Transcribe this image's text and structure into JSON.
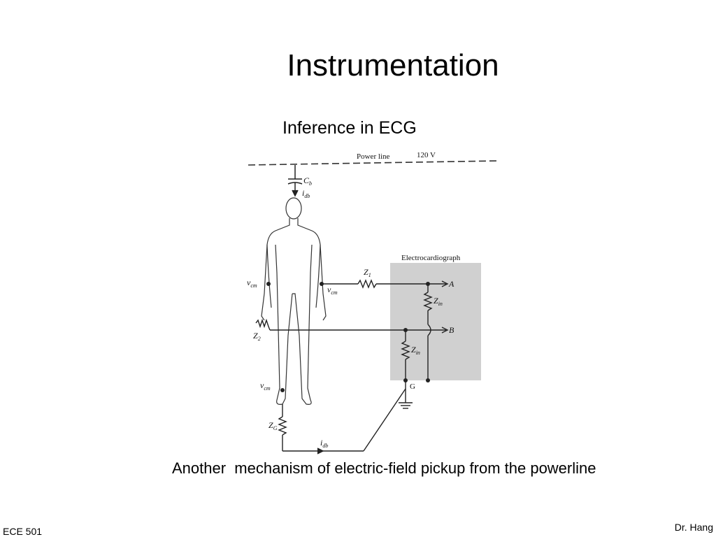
{
  "slide": {
    "title": "Instrumentation",
    "subtitle": "Inference in ECG",
    "caption": "Another  mechanism of electric-field pickup from the powerline",
    "footer_left": "ECE 501",
    "footer_right": "Dr. Hang"
  },
  "diagram": {
    "power_line_label": "Power line",
    "voltage_label": "120 V",
    "device_label": "Electrocardiograph",
    "cb_main": "C",
    "cb_sub": "b",
    "idb_top_main": "i",
    "idb_top_sub": "db",
    "vcm_left_main": "v",
    "vcm_left_sub": "cm",
    "vcm_right_main": "v",
    "vcm_right_sub": "cm",
    "vcm_foot_main": "v",
    "vcm_foot_sub": "cm",
    "z1_main": "Z",
    "z1_sub": "1",
    "z2_main": "Z",
    "z2_sub": "2",
    "zg_main": "Z",
    "zg_sub": "G",
    "zin_a_main": "Z",
    "zin_a_sub": "in",
    "zin_b_main": "Z",
    "zin_b_sub": "in",
    "idb_bottom_main": "i",
    "idb_bottom_sub": "db",
    "node_a": "A",
    "node_b": "B",
    "node_g": "G"
  }
}
